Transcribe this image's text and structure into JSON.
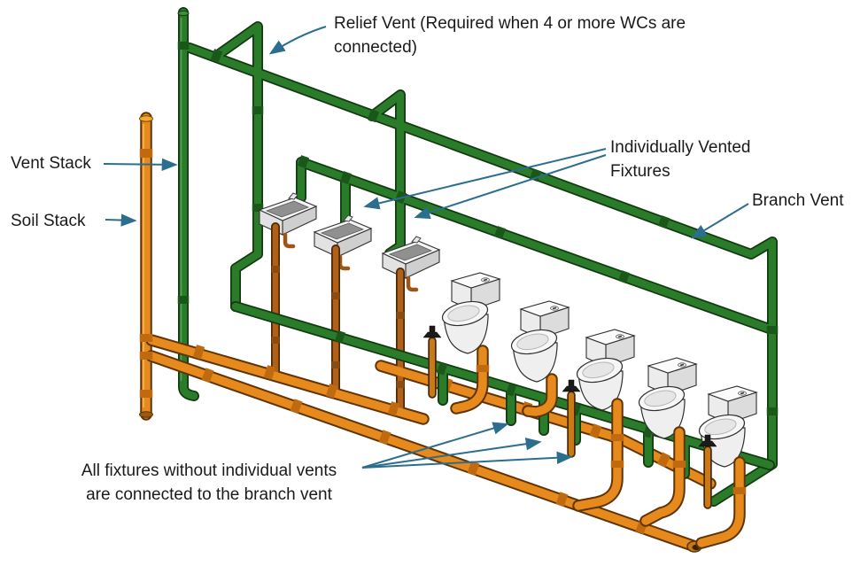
{
  "labels": {
    "relief_vent": "Relief Vent (Required when 4 or more WCs are\nconnected)",
    "vent_stack": "Vent Stack",
    "soil_stack": "Soil Stack",
    "individually_vented_fixtures": "Individually Vented\nFixtures",
    "branch_vent": "Branch Vent",
    "unvented_fixtures_note": "All fixtures without individual vents\nare connected to the branch vent"
  },
  "legend": {
    "vent_pipe_color": "#2A7C2A",
    "drain_pipe_color": "#E78A1E",
    "leader_line_color": "#2B6E8E",
    "text_color": "#1A1A1A",
    "background_color": "#FFFFFF"
  },
  "fixtures": {
    "sink_count": 3,
    "wc_count": 5
  }
}
